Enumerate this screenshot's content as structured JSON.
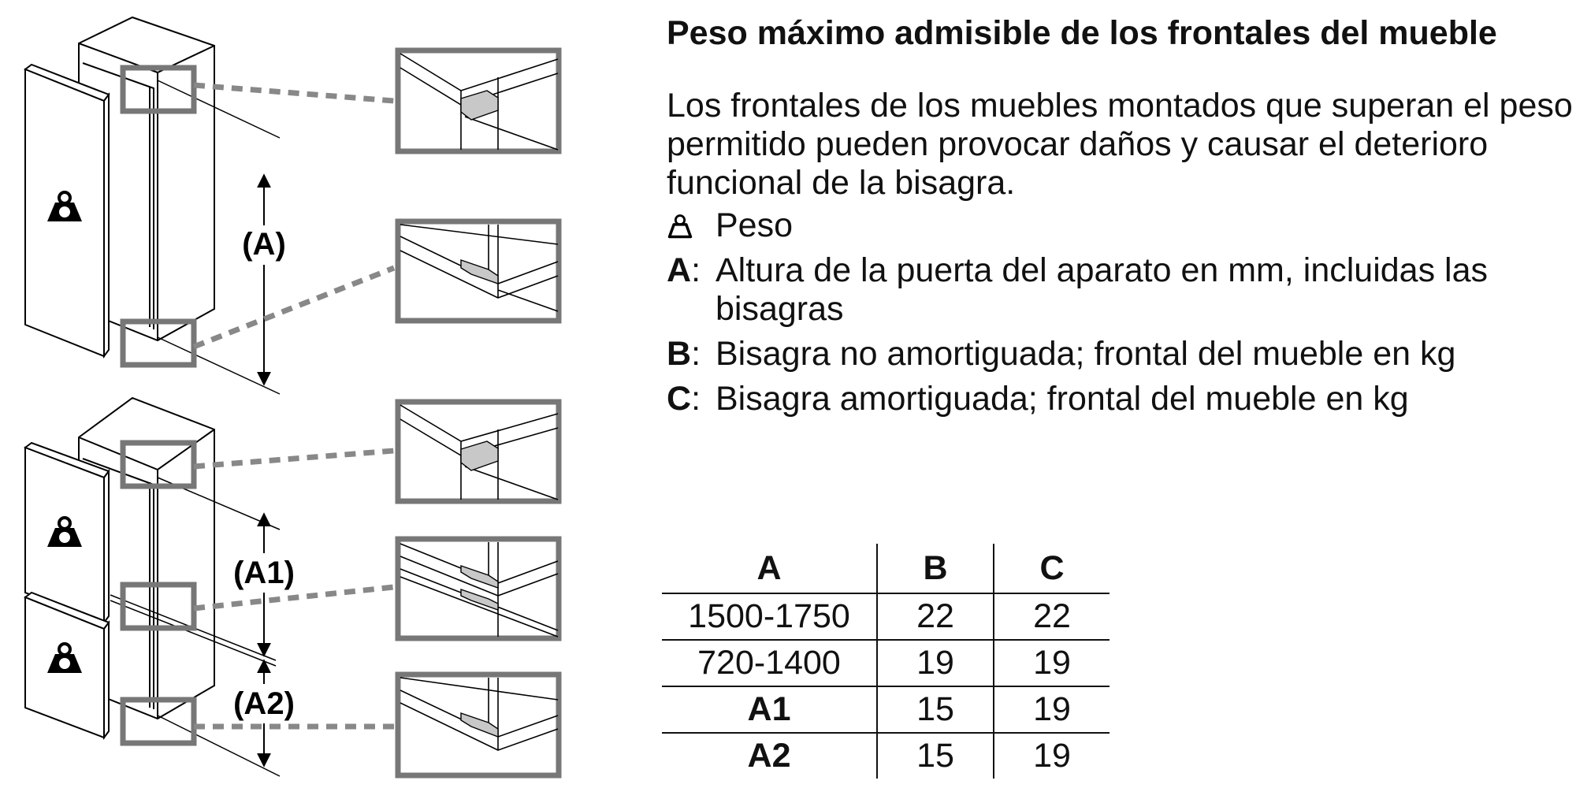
{
  "heading": "Peso máximo admisible de los frontales del mueble",
  "intro": "Los frontales de los muebles montados que superan el peso permitido pueden provocar daños y causar el deterioro funcional de la bisagra.",
  "legend": [
    {
      "key": "",
      "icon": "weight-icon",
      "sep": "",
      "text": "Peso"
    },
    {
      "key": "A",
      "sep": ":",
      "text": "Altura de la puerta del aparato en mm, incluidas las bisagras"
    },
    {
      "key": "B",
      "sep": ":",
      "text": "Bisagra no amortiguada; frontal del mueble en kg"
    },
    {
      "key": "C",
      "sep": ":",
      "text": "Bisagra amortiguada; frontal del mueble en kg"
    }
  ],
  "diagram": {
    "label_a": "(A)",
    "label_a1": "(A1)",
    "label_a2": "(A2)"
  },
  "table": {
    "headers": [
      "A",
      "B",
      "C"
    ],
    "rows": [
      [
        "1500-1750",
        "22",
        "22"
      ],
      [
        "720-1400",
        "19",
        "19"
      ],
      [
        "A1",
        "15",
        "19"
      ],
      [
        "A2",
        "15",
        "19"
      ]
    ]
  }
}
